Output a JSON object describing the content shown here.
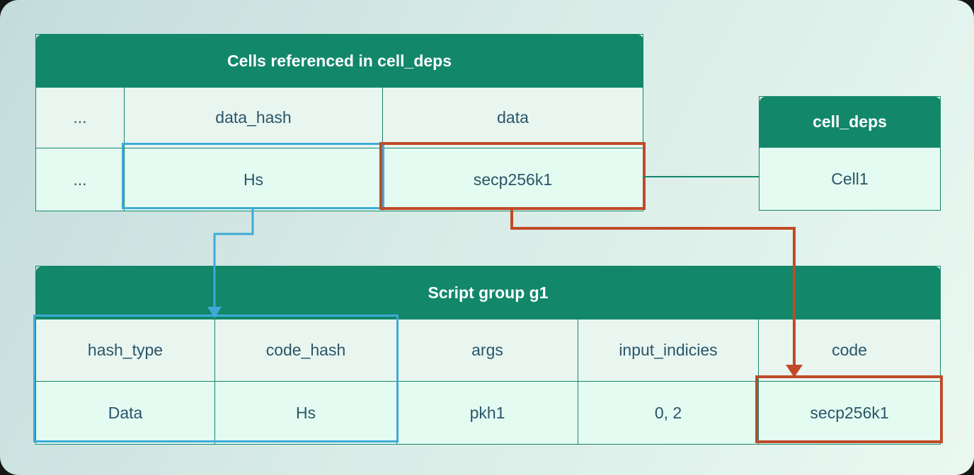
{
  "colors": {
    "green": "#12876a",
    "blue": "#3faad8",
    "red": "#c04a28",
    "text": "#2a5568",
    "cell_bg": "#e9f6f0",
    "cell_bg_light": "#e4fbf2",
    "header_text": "#ffffff"
  },
  "cells_referenced": {
    "title": "Cells referenced in cell_deps",
    "labels": [
      "...",
      "data_hash",
      "data"
    ],
    "values": [
      "...",
      "Hs",
      "secp256k1"
    ]
  },
  "cell_deps": {
    "title": "cell_deps",
    "values": [
      "Cell1"
    ]
  },
  "script_group": {
    "title": "Script group g1",
    "labels": [
      "hash_type",
      "code_hash",
      "args",
      "input_indicies",
      "code"
    ],
    "values": [
      "Data",
      "Hs",
      "pkh1",
      "0, 2",
      "secp256k1"
    ]
  }
}
